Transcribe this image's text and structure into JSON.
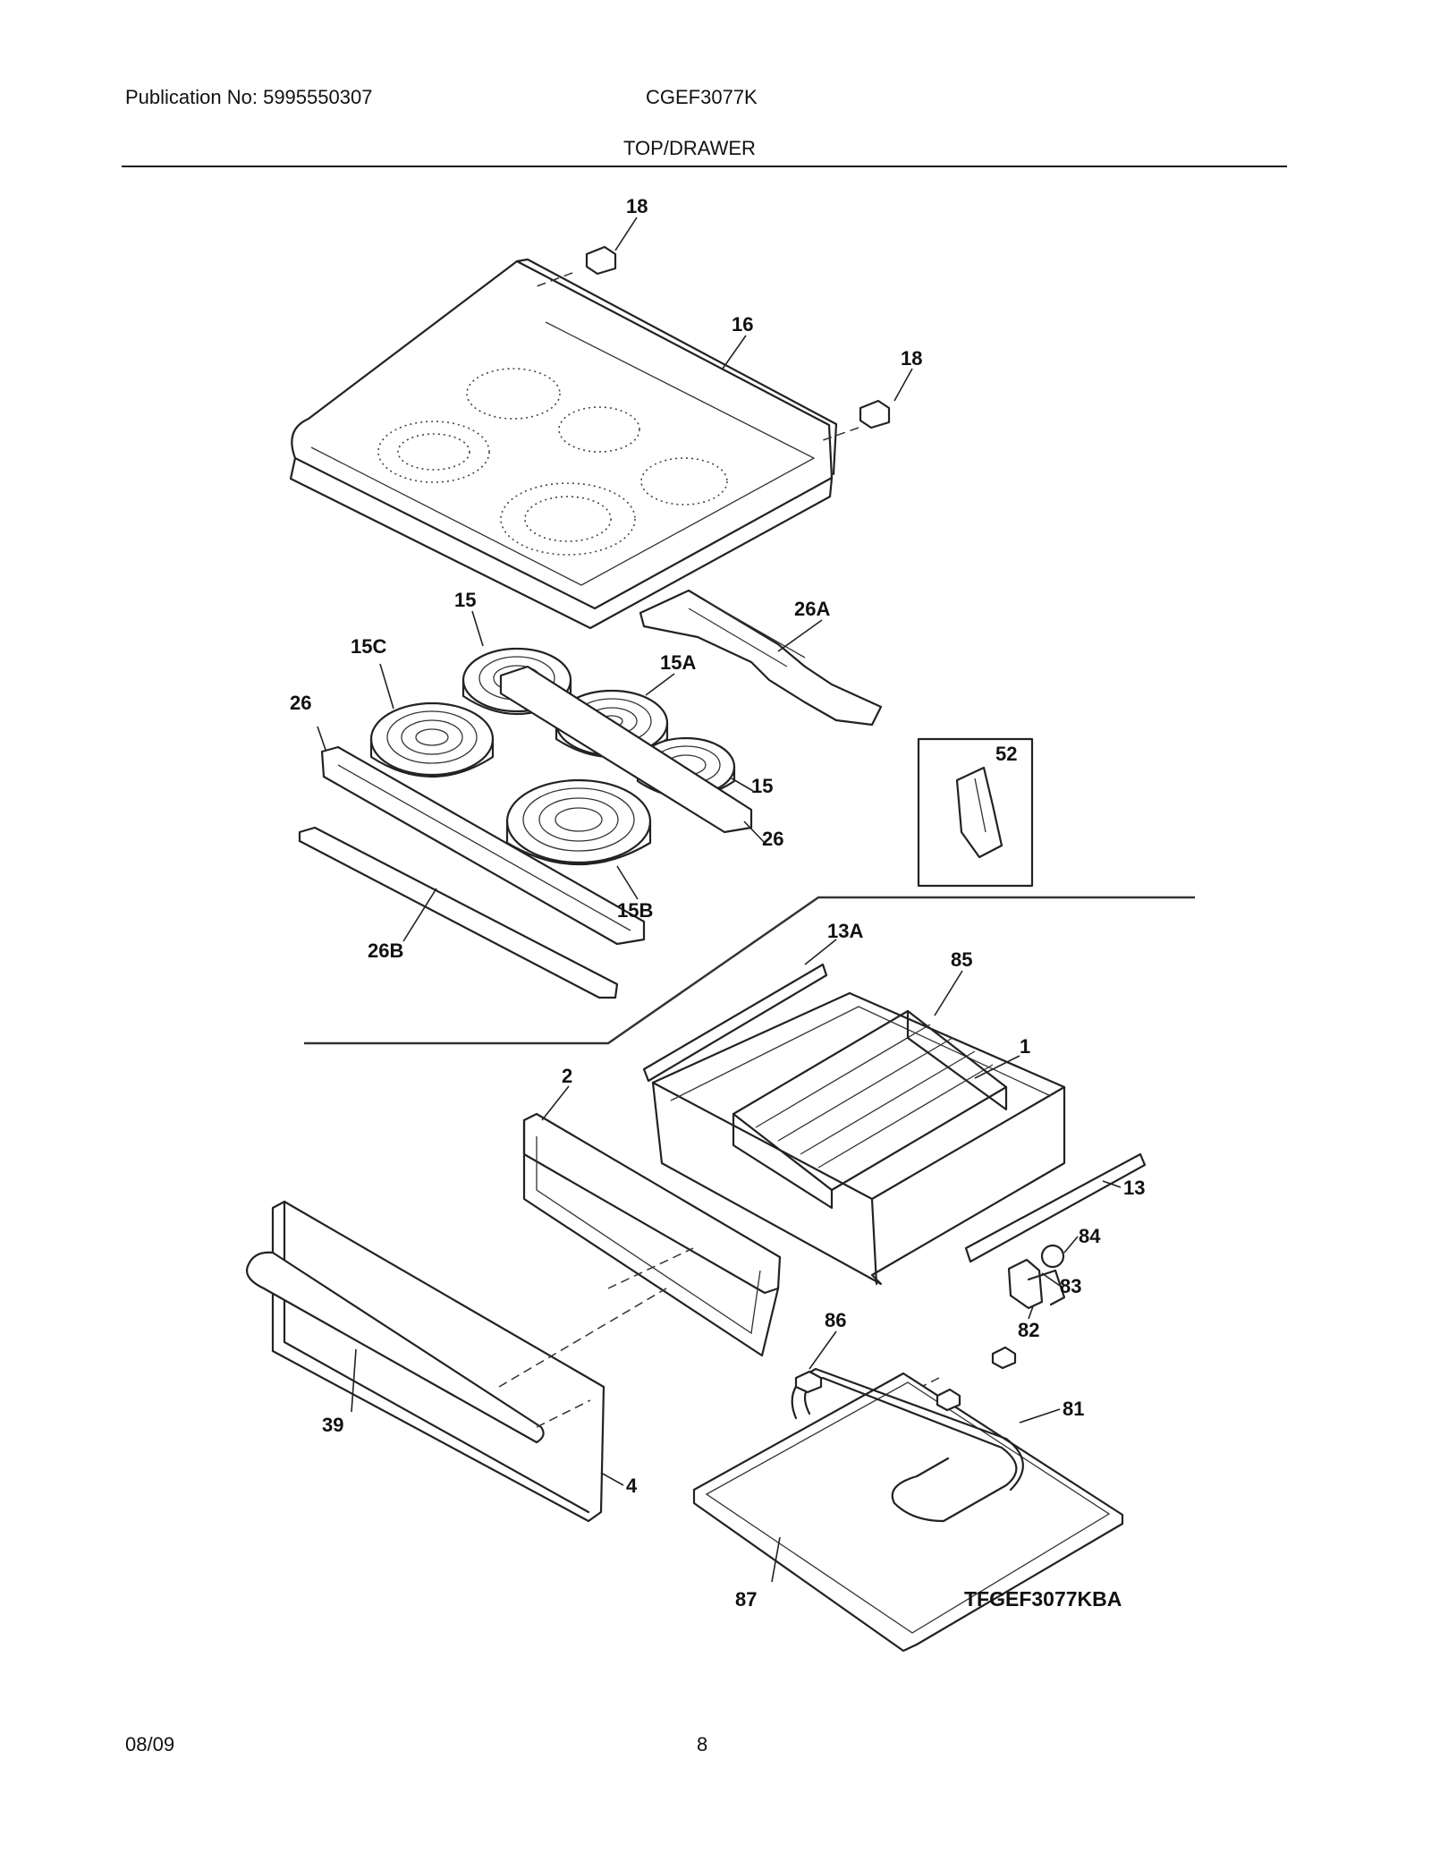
{
  "header": {
    "publication": "Publication No: 5995550307",
    "model": "CGEF3077K",
    "section": "TOP/DRAWER"
  },
  "footer": {
    "date": "08/09",
    "page": "8"
  },
  "diagram": {
    "code": "TFGEF3077KBA",
    "labels": {
      "p18a": "18",
      "p18b": "18",
      "p16": "16",
      "p26a": "26A",
      "p15a": "15",
      "p15c": "15C",
      "p15A": "15A",
      "p26a_left": "26",
      "p15b": "15",
      "p52": "52",
      "p26b_right": "26",
      "p15B": "15B",
      "p26B": "26B",
      "p13A": "13A",
      "p85": "85",
      "p1": "1",
      "p2": "2",
      "p13": "13",
      "p84": "84",
      "p83": "83",
      "p86": "86",
      "p82": "82",
      "p39": "39",
      "p81": "81",
      "p4": "4",
      "p87": "87"
    }
  }
}
